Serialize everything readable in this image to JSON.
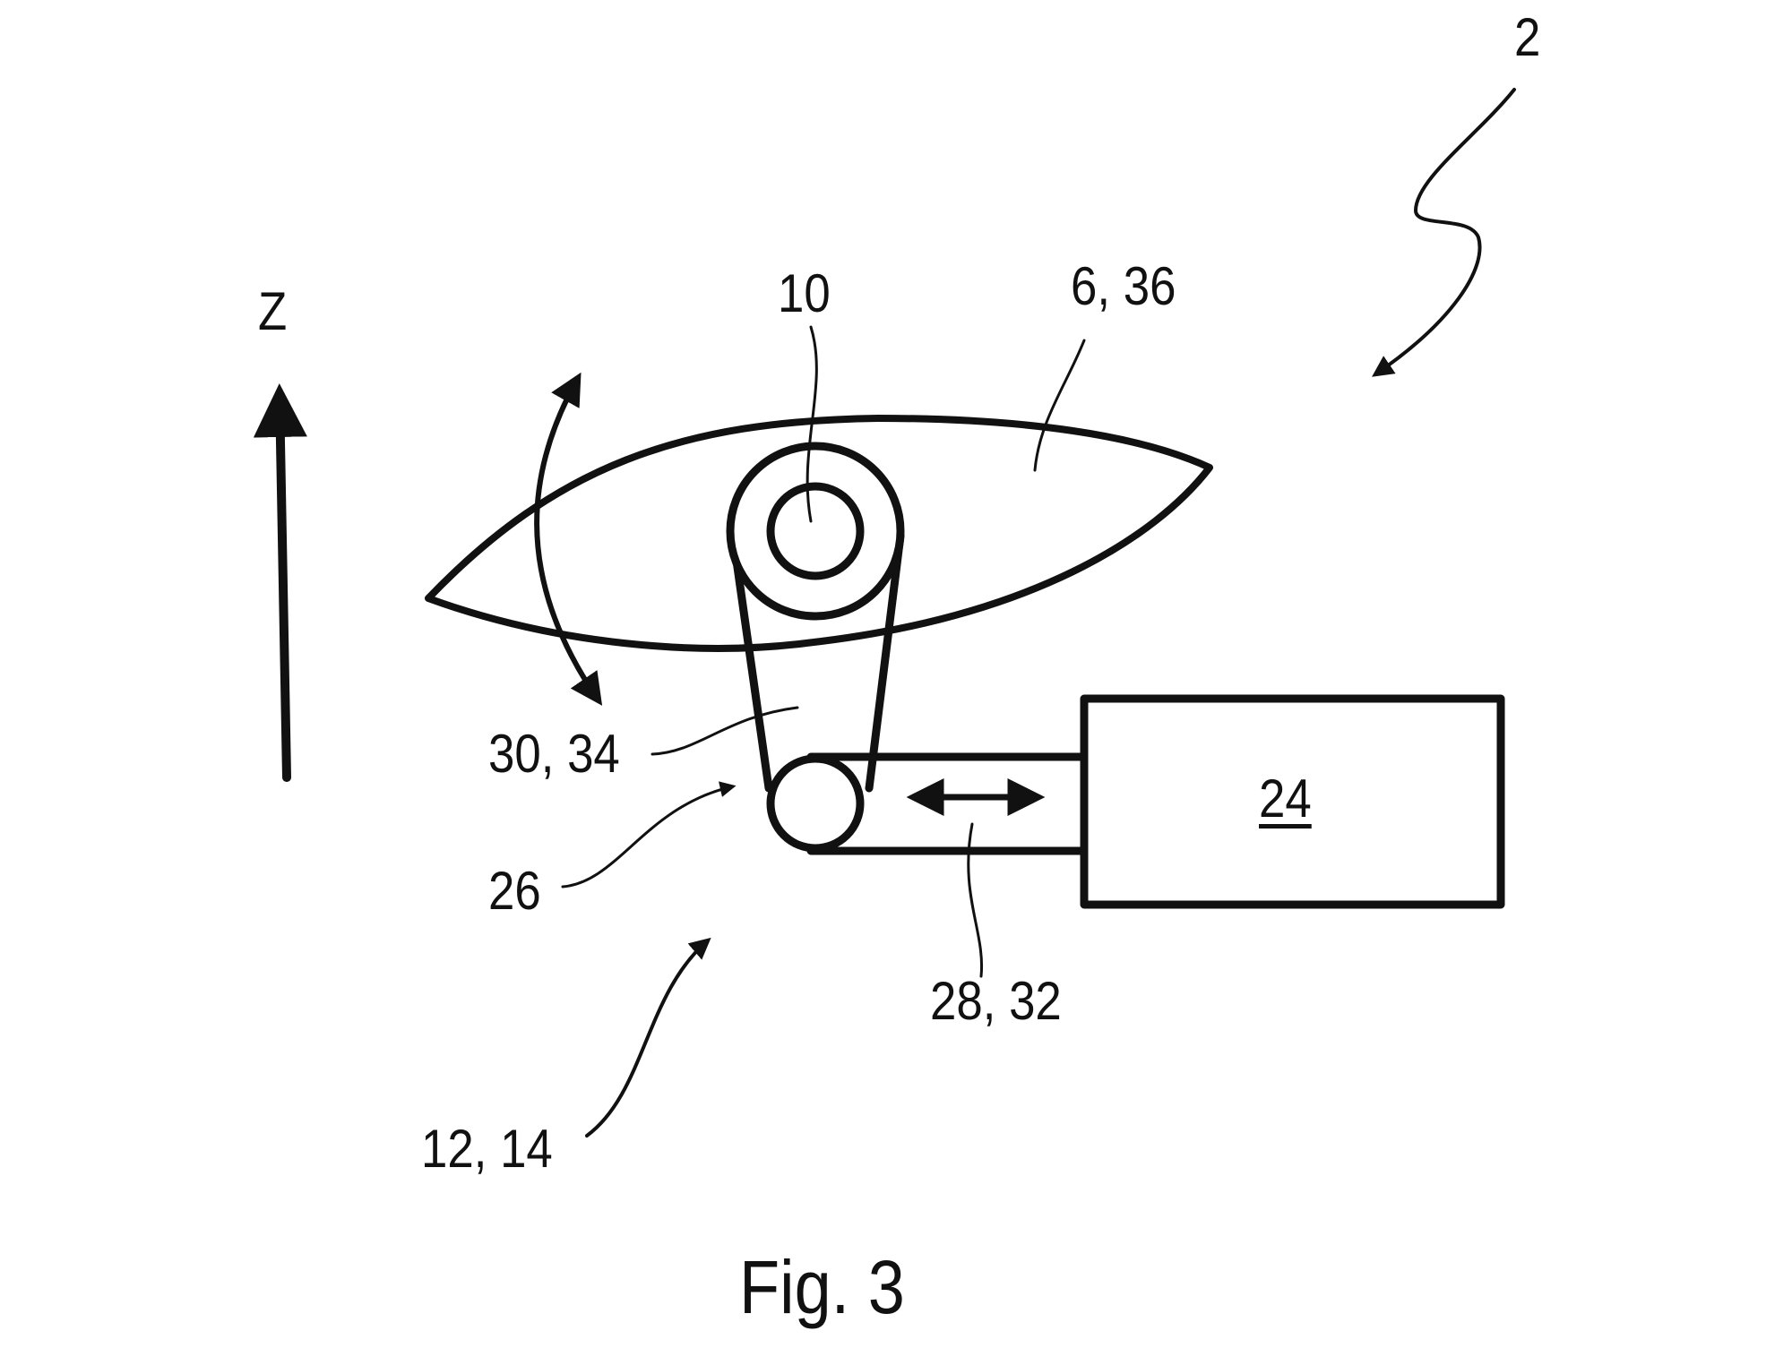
{
  "figure": {
    "caption": "Fig. 3",
    "labels": {
      "assembly": "2",
      "axis": "Z",
      "pivot": "10",
      "blade": "6, 36",
      "lever": "30, 34",
      "joint": "26",
      "actuator": "24",
      "rod": "28, 32",
      "mechanism": "12, 14"
    }
  }
}
